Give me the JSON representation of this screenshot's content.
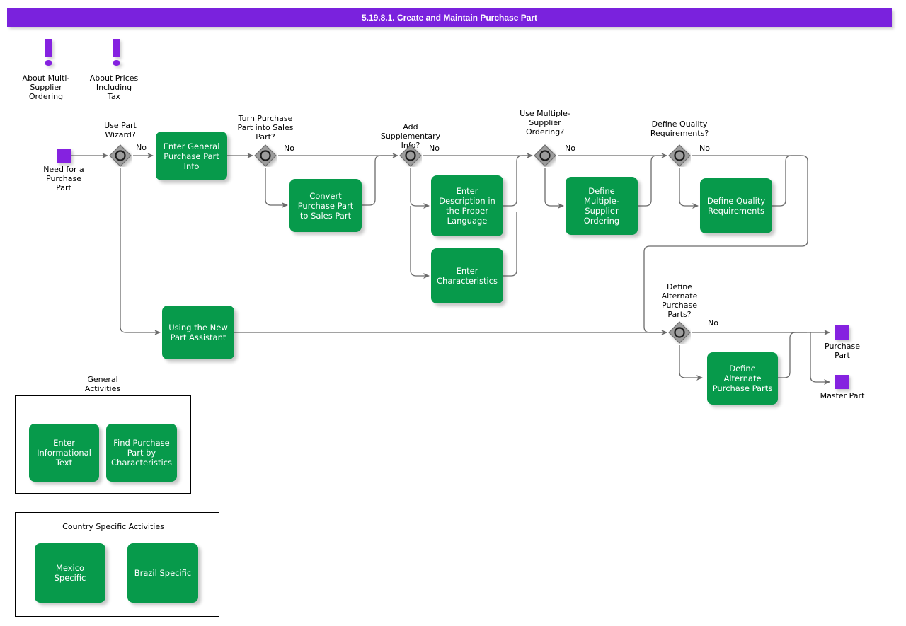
{
  "header": {
    "title": "5.19.8.1. Create and Maintain Purchase Part",
    "bar_color": "#7a22dd"
  },
  "colors": {
    "task_green": "#079a4b",
    "event_purple": "#8522e0",
    "gateway_gray": "#9a9a9a",
    "connector": "#555555",
    "title_bar": "#7a22dd"
  },
  "annotations": [
    {
      "id": "about-multi-supplier-ordering",
      "label": "About Multi-\nSupplier\nOrdering",
      "icon": "exclamation-icon"
    },
    {
      "id": "about-prices-including-tax",
      "label": "About Prices\nIncluding\nTax",
      "icon": "exclamation-icon"
    }
  ],
  "events": [
    {
      "id": "need-for-a-purchase-part",
      "label": "Need for a\nPurchase\nPart",
      "kind": "start"
    },
    {
      "id": "purchase-part",
      "label": "Purchase\nPart",
      "kind": "end"
    },
    {
      "id": "master-part",
      "label": "Master Part",
      "kind": "end"
    }
  ],
  "gateways": [
    {
      "id": "use-part-wizard",
      "label": "Use Part\nWizard?",
      "branch_label": "No"
    },
    {
      "id": "turn-purchase-part-into-sales-part",
      "label": "Turn Purchase\nPart into Sales\nPart?",
      "branch_label": "No"
    },
    {
      "id": "add-supplementary-info",
      "label": "Add\nSupplementary\nInfo?",
      "branch_label": "No"
    },
    {
      "id": "use-multiple-supplier-ordering",
      "label": "Use Multiple-\nSupplier\nOrdering?",
      "branch_label": "No"
    },
    {
      "id": "define-quality-requirements",
      "label": "Define Quality\nRequirements?",
      "branch_label": "No"
    },
    {
      "id": "define-alternate-purchase-parts",
      "label": "Define\nAlternate\nPurchase\nParts?",
      "branch_label": "No"
    }
  ],
  "tasks": [
    {
      "id": "enter-general-purchase-part-info",
      "label": "Enter General\nPurchase Part\nInfo"
    },
    {
      "id": "convert-purchase-part-to-sales-part",
      "label": "Convert\nPurchase Part to\nSales Part"
    },
    {
      "id": "enter-description-in-the-proper-language",
      "label": "Enter\nDescription in\nthe Proper\nLanguage"
    },
    {
      "id": "enter-characteristics",
      "label": "Enter\nCharacteristics"
    },
    {
      "id": "define-multiple-supplier-ordering",
      "label": "Define Multiple-\nSupplier\nOrdering"
    },
    {
      "id": "define-quality-requirements-task",
      "label": "Define Quality\nRequirements"
    },
    {
      "id": "using-the-new-part-assistant",
      "label": "Using the New\nPart Assistant"
    },
    {
      "id": "define-alternate-purchase-parts-task",
      "label": "Define Alternate\nPurchase Parts"
    },
    {
      "id": "enter-informational-text",
      "label": "Enter\nInformational\nText"
    },
    {
      "id": "find-purchase-part-by-characteristics",
      "label": "Find Purchase\nPart by\nCharacteristics"
    },
    {
      "id": "mexico-specific",
      "label": "Mexico Specific"
    },
    {
      "id": "brazil-specific",
      "label": "Brazil Specific"
    }
  ],
  "groups": [
    {
      "id": "general-activities",
      "title": "General\nActivities"
    },
    {
      "id": "country-specific-activities",
      "title": "Country Specific Activities"
    }
  ]
}
